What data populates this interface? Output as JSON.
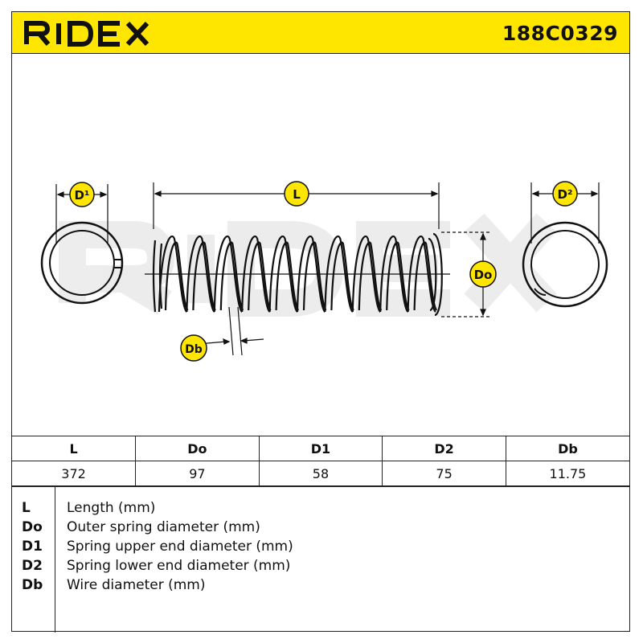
{
  "brand": {
    "name": "RIDEX",
    "accent": "#ffe600",
    "ink": "#111111"
  },
  "part_number": "188C0329",
  "diagram": {
    "labels": {
      "d1": "D¹",
      "length": "L",
      "d2": "D²",
      "outer_diameter": "Do",
      "wire_diameter": "Db"
    },
    "watermark": "RIDEX"
  },
  "specs": {
    "headers": [
      "L",
      "Do",
      "D1",
      "D2",
      "Db"
    ],
    "values": [
      "372",
      "97",
      "58",
      "75",
      "11.75"
    ]
  },
  "legend": [
    {
      "key": "L",
      "desc": "Length (mm)"
    },
    {
      "key": "Do",
      "desc": "Outer spring diameter (mm)"
    },
    {
      "key": "D1",
      "desc": "Spring upper end diameter (mm)"
    },
    {
      "key": "D2",
      "desc": "Spring lower end diameter (mm)"
    },
    {
      "key": "Db",
      "desc": "Wire diameter (mm)"
    }
  ]
}
